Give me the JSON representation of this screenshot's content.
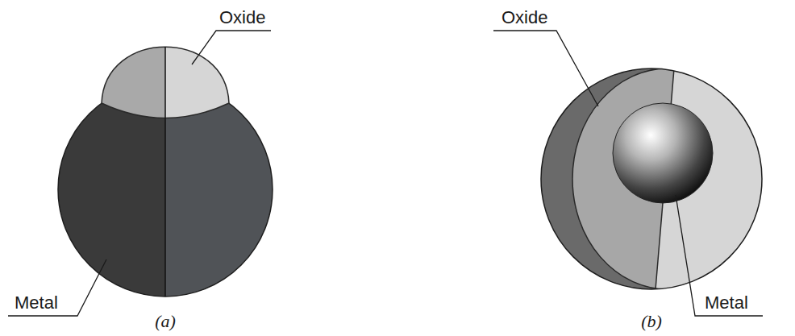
{
  "diagram": {
    "labels": [
      "Oxide",
      "Metal",
      "(a)",
      "Oxide",
      "Metal",
      "(b)"
    ]
  }
}
